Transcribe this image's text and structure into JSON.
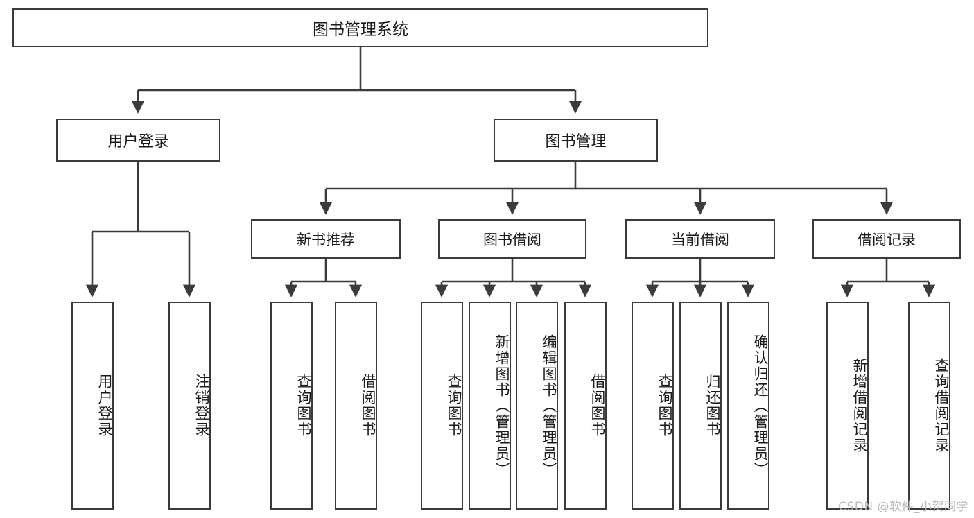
{
  "diagram": {
    "title": "图书管理系统",
    "type": "tree-hierarchy",
    "watermark": "CSDN @软件_小贺同学",
    "colors": {
      "stroke": "#3b3b3b",
      "fill": "#ffffff",
      "text": "#1a1a1a",
      "watermark": "#b9b9b9"
    },
    "nodes": {
      "root": "图书管理系统",
      "level1": [
        "用户登录",
        "图书管理"
      ],
      "level2": [
        "新书推荐",
        "图书借阅",
        "当前借阅",
        "借阅记录"
      ],
      "leaves": {
        "user_login": [
          "用户登录",
          "注销登录"
        ],
        "new_book_recommend": [
          "查询图书",
          "借阅图书"
        ],
        "book_borrow": [
          "查询图书",
          "新增图书（管理员）",
          "编辑图书（管理员）",
          "借阅图书"
        ],
        "current_borrow": [
          "查询图书",
          "归还图书",
          "确认归还（管理员）"
        ],
        "borrow_record": [
          "新增借阅记录",
          "查询借阅记录"
        ]
      }
    }
  }
}
